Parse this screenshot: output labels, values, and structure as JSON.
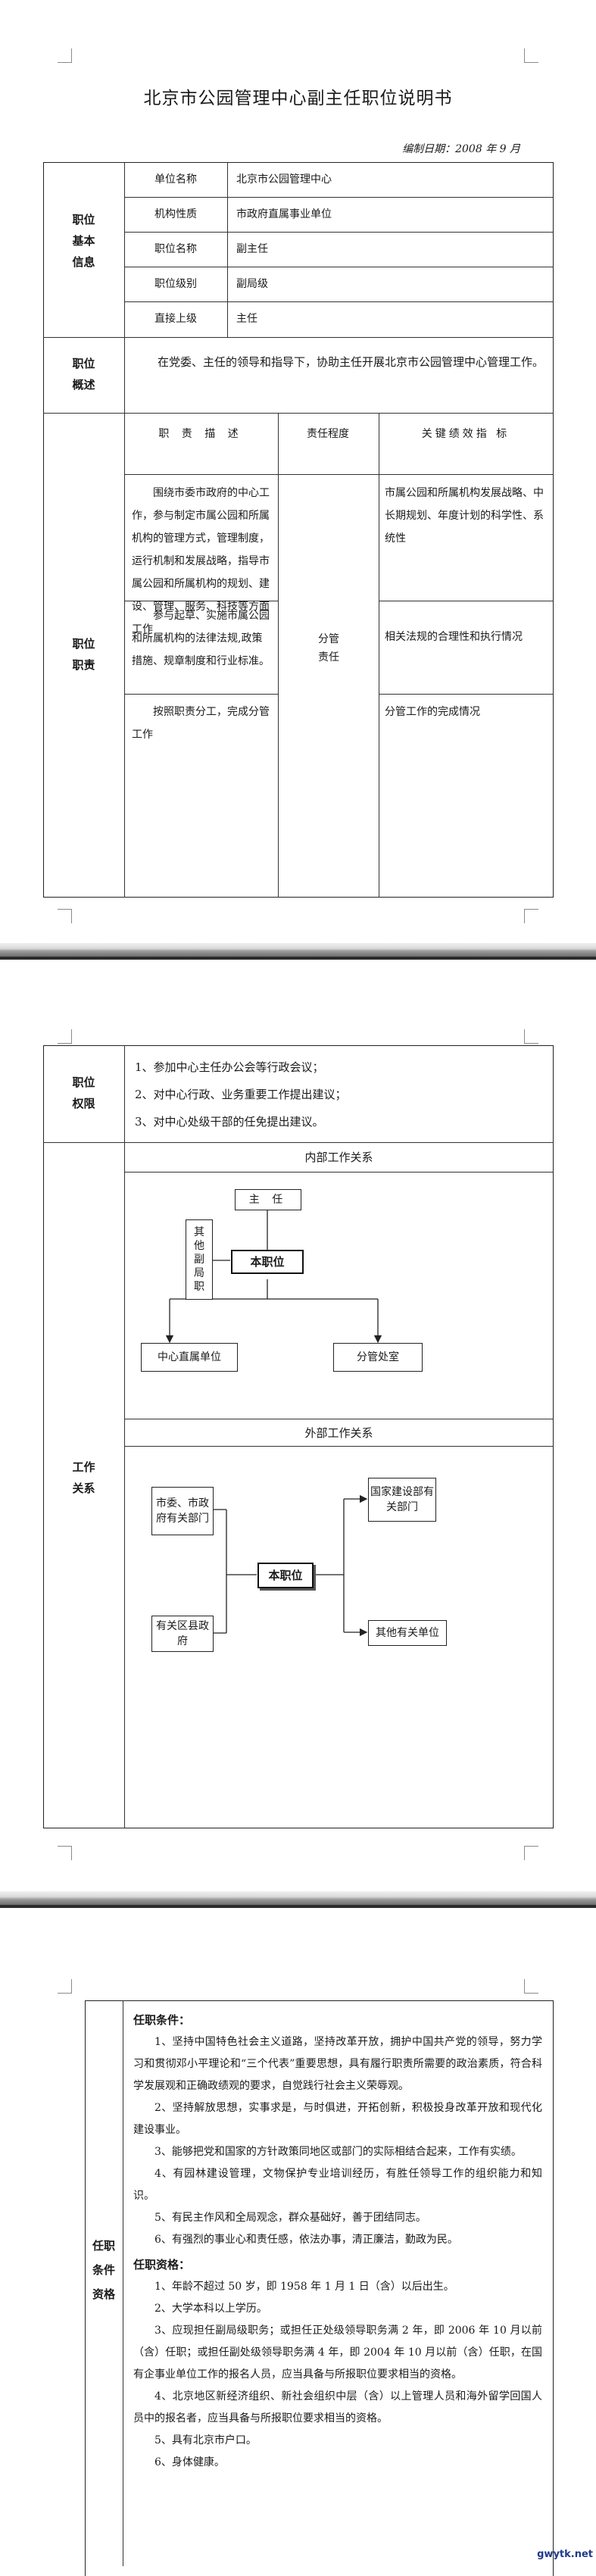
{
  "title": "北京市公园管理中心副主任职位说明书",
  "date": "编制日期：2008 年 9 月",
  "basic": {
    "label": "职位基本信息",
    "rows": [
      {
        "key": "单位名称",
        "value": "北京市公园管理中心"
      },
      {
        "key": "机构性质",
        "value": "市政府直属事业单位"
      },
      {
        "key": "职位名称",
        "value": "副主任"
      },
      {
        "key": "职位级别",
        "value": "副局级"
      },
      {
        "key": "直接上级",
        "value": "主任"
      }
    ]
  },
  "summary": {
    "label": "职位概述",
    "text": "在党委、主任的领导和指导下，协助主任开展北京市公园管理中心管理工作。"
  },
  "duties": {
    "label": "职位职责",
    "head_duty": "职 责 描 述",
    "head_degree": "责任程度",
    "head_kpi": "关键绩效指 标",
    "degree": "分管责任",
    "items": [
      {
        "duty": "围绕市委市政府的中心工作，参与制定市属公园和所属机构的管理方式，管理制度，运行机制和发展战略，指导市属公园和所属机构的规划、建设、管理、服务、科技等方面工作",
        "kpi": "市属公园和所属机构发展战略、中长期规划、年度计划的科学性、系统性"
      },
      {
        "duty": "参与起草、实施市属公园和所属机构的法律法规,政策措施、规章制度和行业标准。",
        "kpi": "相关法规的合理性和执行情况"
      },
      {
        "duty": "按照职责分工，完成分管工作",
        "kpi": "分管工作的完成情况"
      }
    ]
  },
  "authority": {
    "label": "职位权限",
    "items": [
      "1、参加中心主任办公会等行政会议；",
      "2、对中心行政、业务重要工作提出建议；",
      "3、对中心处级干部的任免提出建议。"
    ]
  },
  "relations": {
    "label": "工作关系",
    "internal": {
      "title": "内部工作关系",
      "director": "主 任",
      "other_deputy": "其他副局职",
      "self": "本职位",
      "unit_a": "中心直属单位",
      "unit_b": "分管处室"
    },
    "external": {
      "title": "外部工作关系",
      "left_top": "市委、市政府有关部门",
      "left_bottom": "有关区县政府",
      "self": "本职位",
      "right_top": "国家建设部有关部门",
      "right_bottom": "其他有关单位"
    }
  },
  "qualifications": {
    "label": "任职条件资格",
    "conditions_title": "任职条件：",
    "conditions": [
      "1、坚持中国特色社会主义道路，坚持改革开放，拥护中国共产党的领导，努力学习和贯彻邓小平理论和“三个代表”重要思想，具有履行职责所需要的政治素质，符合科学发展观和正确政绩观的要求，自觉践行社会主义荣辱观。",
      "2、坚持解放思想，实事求是，与时俱进，开拓创新，积极投身改革开放和现代化建设事业。",
      "3、能够把党和国家的方针政策同地区或部门的实际相结合起来，工作有实绩。",
      "4、有园林建设管理，文物保护专业培训经历，有胜任领导工作的组织能力和知识。",
      "5、有民主作风和全局观念，群众基础好，善于团结同志。",
      "6、有强烈的事业心和责任感，依法办事，清正廉洁，勤政为民。"
    ],
    "qualifications_title": "任职资格：",
    "qualifications": [
      "1、年龄不超过 50 岁，即 1958 年 1 月 1 日（含）以后出生。",
      "2、大学本科以上学历。",
      "3、应现担任副局级职务；或担任正处级领导职务满 2 年，即 2006 年 10 月以前（含）任职；或担任副处级领导职务满 4 年，即 2004 年 10 月以前（含）任职，在国有企事业单位工作的报名人员，应当具备与所报职位要求相当的资格。",
      "4、北京地区新经济组织、新社会组织中层（含）以上管理人员和海外留学回国人员中的报名者，应当具备与所报职位要求相当的资格。",
      "5、具有北京市户口。",
      "6、身体健康。"
    ]
  },
  "watermark": "gwytk.net"
}
